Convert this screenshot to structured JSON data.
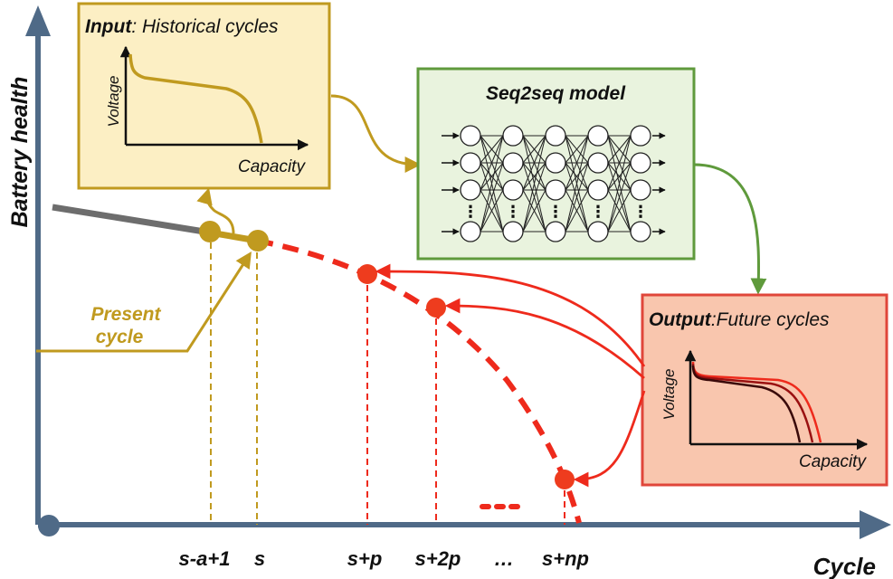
{
  "axes": {
    "y_label": "Battery health",
    "x_label": "Cycle",
    "ticks": [
      "s-a+1",
      "s",
      "s+p",
      "s+2p",
      "…",
      "s+np"
    ],
    "dots_label": "…"
  },
  "present_cycle": {
    "line1": "Present",
    "line2": "cycle"
  },
  "input_box": {
    "title_bold": "Input",
    "title_rest": ": Historical cycles",
    "ylabel": "Voltage",
    "xlabel": "Capacity"
  },
  "model_box": {
    "title": "Seq2seq model",
    "ellipsis": "⋮"
  },
  "output_box": {
    "title_bold": "Output",
    "title_rest": ":Future cycles",
    "ylabel": "Voltage",
    "xlabel": "Capacity"
  },
  "colors": {
    "axis": "#4f6a87",
    "gold": "#c09a1f",
    "red": "#ee2a1c",
    "gray": "#6d6d6d",
    "input_fill": "#fcefc4",
    "model_fill": "#e9f3de",
    "model_stroke": "#5f9a3c",
    "output_fill": "#f9c6ae",
    "output_stroke": "#e0463a"
  }
}
